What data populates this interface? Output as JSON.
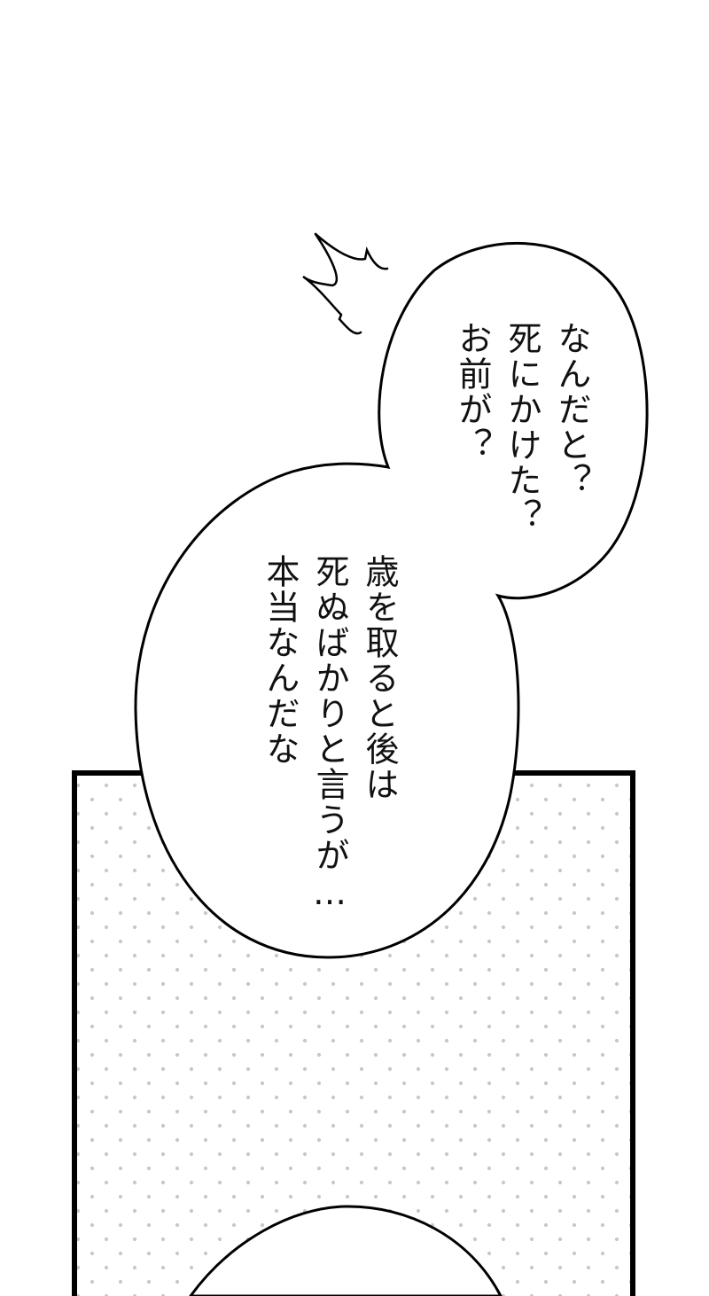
{
  "panel": {
    "border_color": "#000000",
    "screentone_dot_color": "#c9bfc1",
    "background": "#ffffff"
  },
  "bubble_top": {
    "lines": [
      "なんだと？",
      "死にかけた？",
      "お前が？"
    ]
  },
  "bubble_bottom": {
    "lines": [
      "歳を取ると後は",
      "死ぬばかりと言うが…",
      "本当なんだな"
    ]
  },
  "effects": {
    "anger_mark": "jagged-burst-lines"
  }
}
